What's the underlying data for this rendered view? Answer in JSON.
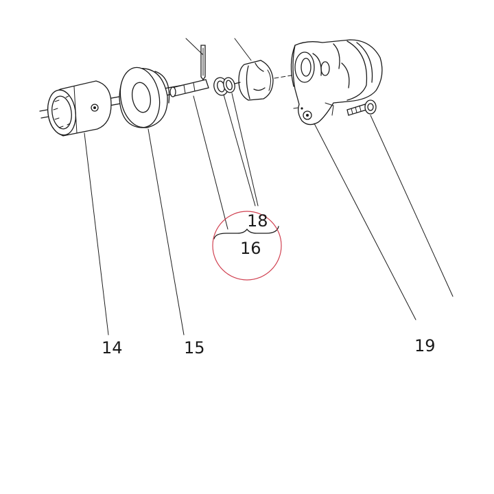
{
  "callouts": {
    "c14": "14",
    "c15": "15",
    "c16": "16",
    "c18": "18",
    "c19": "19"
  },
  "highlight": {
    "stroke_color": "#d04050"
  },
  "colors": {
    "ink": "#1a1a1a",
    "background": "#ffffff"
  }
}
